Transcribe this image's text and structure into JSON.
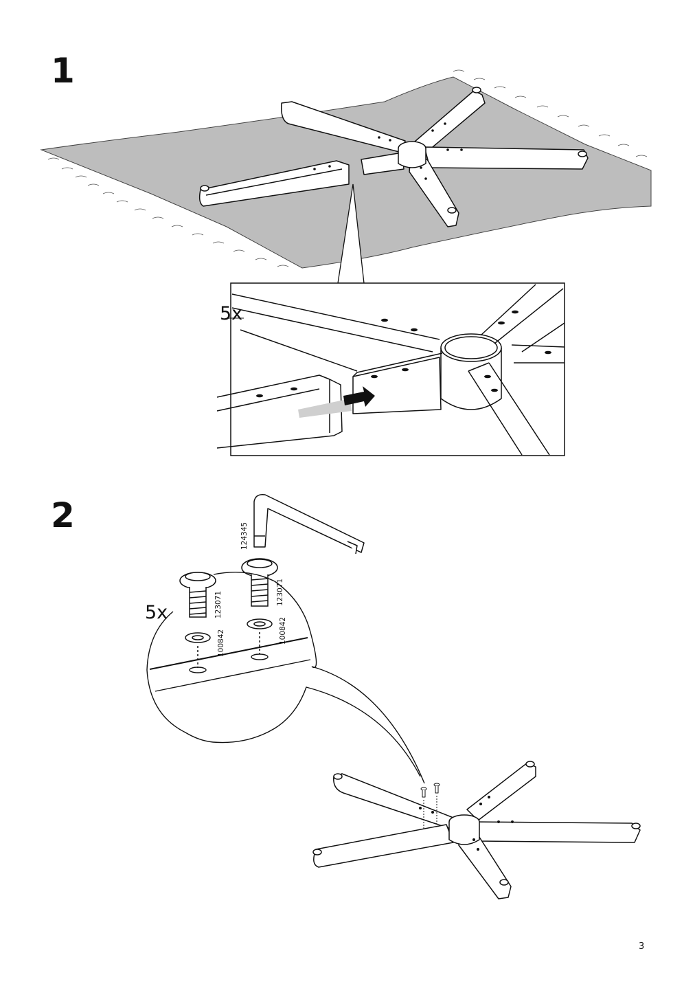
{
  "steps": [
    {
      "number": "1",
      "quantity": "5x"
    },
    {
      "number": "2",
      "quantity": "5x"
    }
  ],
  "parts": {
    "allen_key": "124345",
    "screw": "123071",
    "washer": "100842"
  },
  "page_number": "3",
  "colors": {
    "floor": "#bdbdbd",
    "line": "#111111",
    "arrow_trail": "#cfcfcf"
  }
}
